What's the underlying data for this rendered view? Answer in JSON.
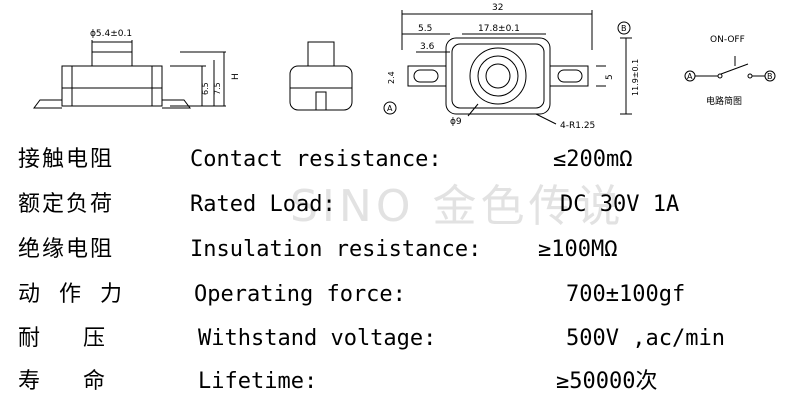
{
  "drawings": {
    "dim_diameter_button": "ϕ5.4±0.1",
    "dim_6_5": "6.5",
    "dim_7_5": "7.5",
    "dim_H": "H",
    "dim_32": "32",
    "dim_5_5": "5.5",
    "dim_3_6": "3.6",
    "dim_17_8": "17.8±0.1",
    "dim_2_4": "2.4",
    "dim_5": "5",
    "dim_11_9": "11.9±0.1",
    "dim_phi9": "ϕ9",
    "dim_4_r125": "4-R1.25",
    "label_A": "A",
    "label_B": "B",
    "circuit_title": "ON-OFF",
    "circuit_caption": "电路简图"
  },
  "watermark": "SINO 金色传说",
  "specs": [
    {
      "cn": "接触电阻",
      "en": "Contact resistance:",
      "value": "≤200mΩ"
    },
    {
      "cn": "额定负荷",
      "en": "Rated Load:",
      "value": "DC 30V 1A"
    },
    {
      "cn": "绝缘电阻",
      "en": "Insulation resistance:",
      "value": "≥100MΩ"
    },
    {
      "cn": "动 作 力",
      "en": "Operating force:",
      "value": "700±100gf"
    },
    {
      "cn": "耐    压",
      "en": "Withstand voltage:",
      "value": "500V ,ac/min"
    },
    {
      "cn": "寿    命",
      "en": "Lifetime:",
      "value": "≥50000次"
    }
  ]
}
